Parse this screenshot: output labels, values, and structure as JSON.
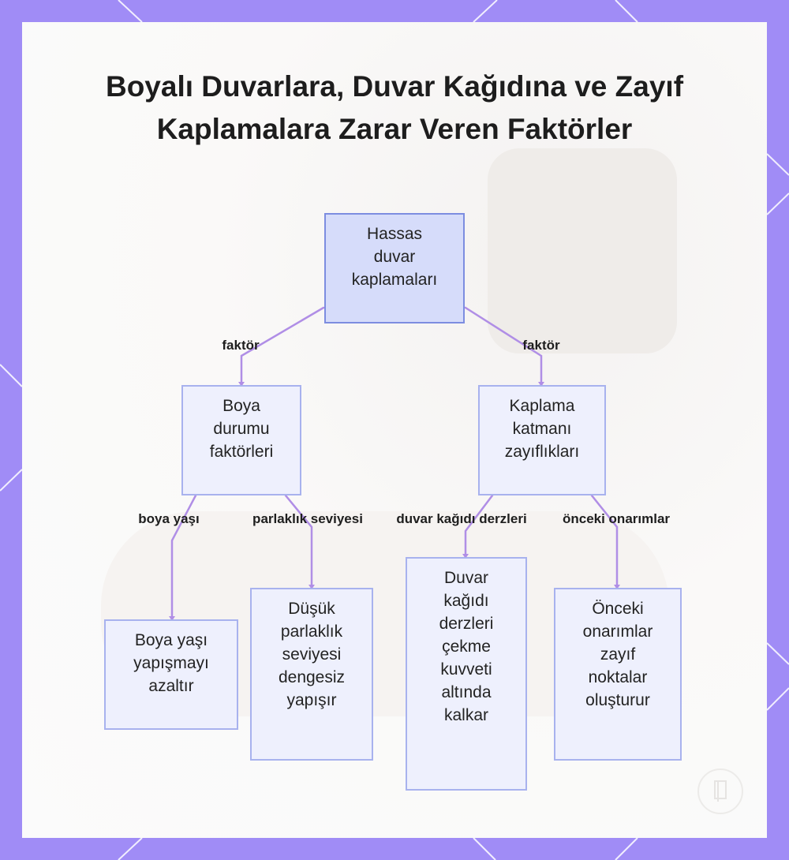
{
  "title": "Boyalı Duvarlara, Duvar Kağıdına ve Zayıf Kaplamalara Zarar Veren Faktörler",
  "colors": {
    "frame": "#a08cf6",
    "node_fill": "#eef0fd",
    "node_border": "#a8b2ee",
    "root_fill": "#d6dcfa",
    "root_border": "#7d8de0",
    "connector": "#b08ee6"
  },
  "nodes": {
    "root": "Hassas\nduvar\nkaplamaları",
    "paint": "Boya\ndurumu\nfaktörleri",
    "coating": "Kaplama\nkatmanı\nzayıflıkları",
    "paint_age": "Boya yaşı\nyapışmayı\nazaltır",
    "low_gloss": "Düşük\nparlaklık\nseviyesi\ndengesiz\nyapışır",
    "seams": "Duvar\nkağıdı\nderzleri\nçekme\nkuvveti\naltında\nkalkar",
    "repairs": "Önceki\nonarımlar\nzayıf\nnoktalar\noluşturur"
  },
  "edges": {
    "root_paint": "faktör",
    "root_coating": "faktör",
    "paint_age": "boya yaşı",
    "gloss": "parlaklık seviyesi",
    "seams": "duvar kağıdı derzleri",
    "repairs": "önceki onarımlar"
  }
}
